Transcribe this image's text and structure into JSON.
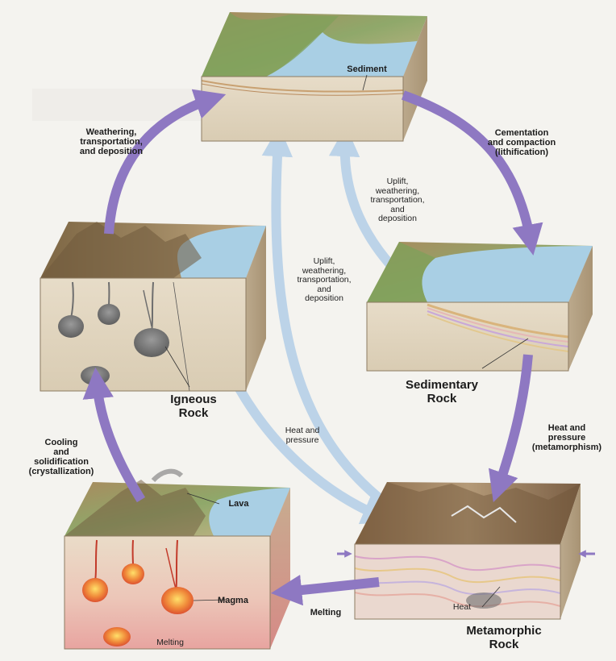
{
  "diagram": {
    "rock_labels": {
      "sedimentary": "Sedimentary\nRock",
      "igneous": "Igneous\nRock",
      "metamorphic": "Metamorphic\nRock"
    },
    "processes": {
      "weathering_top_left": "Weathering,\ntransportation,\nand deposition",
      "cementation": "Cementation\nand compaction\n(lithification)",
      "uplift_inner_right": "Uplift,\nweathering,\ntransportation,\nand\ndeposition",
      "uplift_center": "Uplift,\nweathering,\ntransportation,\nand\ndeposition",
      "heat_pressure_right": "Heat and\npressure\n(metamorphism)",
      "heat_pressure_center": "Heat and\npressure",
      "cooling": "Cooling\nand\nsolidification\n(crystallization)",
      "melting_arrow": "Melting"
    },
    "block_labels": {
      "sediment": "Sediment",
      "lava": "Lava",
      "magma": "Magma",
      "melting": "Melting",
      "heat": "Heat"
    },
    "colors": {
      "process_arrow": "#8e78c2",
      "return_arrow": "#bcd3e8",
      "water": "#a9cfe4",
      "rock_side": "#e2d7c3",
      "magma": "#e8733a"
    }
  }
}
